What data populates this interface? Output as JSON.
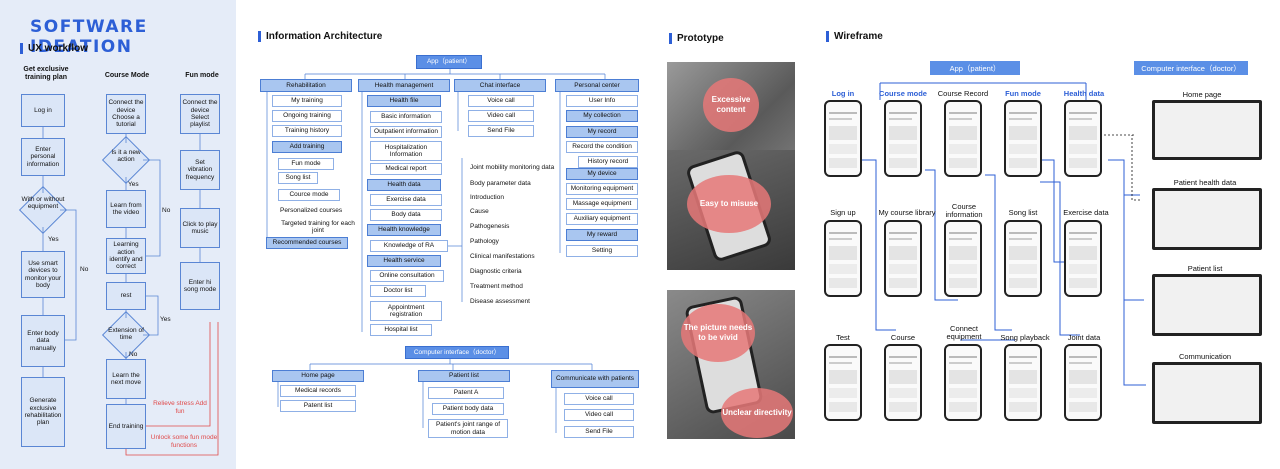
{
  "left": {
    "title": "SOFTWARE IDEATION",
    "subtitle": "UX workflow",
    "col1": "Get exclusive training plan",
    "col2": "Course Mode",
    "col3": "Fun mode",
    "c1": [
      "Log in",
      "Enter personal information",
      "Use smart devices to monitor your body",
      "Enter body data manually",
      "Generate exclusive rehabilitation plan"
    ],
    "d1": "With or without equipment",
    "c2": [
      "Connect the device Choose a tutorial",
      "Learn from the video",
      "Learning action identify and correct",
      "rest",
      "Learn the next move",
      "End training"
    ],
    "d2": "Is it a new action",
    "d3": "Extension of time",
    "c3": [
      "Connect the device Select playlist",
      "Set vibration frequency",
      "Click to play music",
      "Enter hi song mode"
    ],
    "yes": "Yes",
    "no": "No",
    "red1": "Relieve stress Add fun",
    "red2": "Unlock some fun mode functions"
  },
  "ia": {
    "title": "Information Architecture",
    "app": "App（patient）",
    "rehab": {
      "head": "Rehabilitation",
      "items": [
        "My training",
        "Ongoing training",
        "Training history",
        "Add training",
        "Fun mode",
        "Song list",
        "Cource mode",
        "Personalized courses",
        "Targeted training for each joint",
        "Recommended courses"
      ]
    },
    "health": {
      "head": "Health management",
      "items": [
        "Health file",
        "Basic information",
        "Outpatient information",
        "Hospitalization Information",
        "Medical report",
        "Health data",
        "Exercise data",
        "Body data",
        "Health knowledge",
        "Knowledge of RA",
        "Health service",
        "Online consultation",
        "Doctor list",
        "Appointment registration",
        "Hospital list"
      ]
    },
    "knowledge": [
      "Joint mobility monitoring data",
      "Body parameter data",
      "Introduction",
      "Cause",
      "Pathogenesis",
      "Pathology",
      "Clinical manifestations",
      "Diagnostic criteria",
      "Treatment method",
      "Disease assessment"
    ],
    "chat": {
      "head": "Chat interface",
      "items": [
        "Voice call",
        "Video call",
        "Send File"
      ]
    },
    "personal": {
      "head": "Personal center",
      "items": [
        "User Info",
        "My collection",
        "My record",
        "Record the condition",
        "History record",
        "My device",
        "Monitoring equipment",
        "Massage equipment",
        "Auxiliary equipment",
        "My reward",
        "Setting"
      ]
    },
    "doctor": "Computer interface（doctor）",
    "home": {
      "head": "Home page",
      "items": [
        "Medical records",
        "Patent list"
      ]
    },
    "plist": {
      "head": "Patient list",
      "items": [
        "Patent A",
        "Patient body data",
        "Patient's joint range of motion data"
      ]
    },
    "comm": {
      "head": "Communicate with patients",
      "items": [
        "Voice call",
        "Video call",
        "Send File"
      ]
    }
  },
  "proto": {
    "title": "Prototype",
    "notes": [
      "Excessive content",
      "Easy to misuse",
      "The picture needs to be vivid",
      "Unclear directivity"
    ]
  },
  "wf": {
    "title": "Wireframe",
    "app": "App（patient）",
    "pc": "Computer interface（doctor）",
    "row1": [
      "Log in",
      "Course mode",
      "Course Record",
      "Fun mode",
      "Health data"
    ],
    "row2": [
      "Sign up",
      "My course library",
      "Course information",
      "Song list",
      "Exercise data"
    ],
    "row3": [
      "Test",
      "Course",
      "Connect equipment",
      "Song playback",
      "Joint data"
    ],
    "pcs": [
      "Home page",
      "Patient health data",
      "Patient list",
      "Communication"
    ]
  },
  "colors": {
    "accent": "#2d5fd6",
    "box": "#dbe6f7",
    "red": "#e04a4a"
  }
}
